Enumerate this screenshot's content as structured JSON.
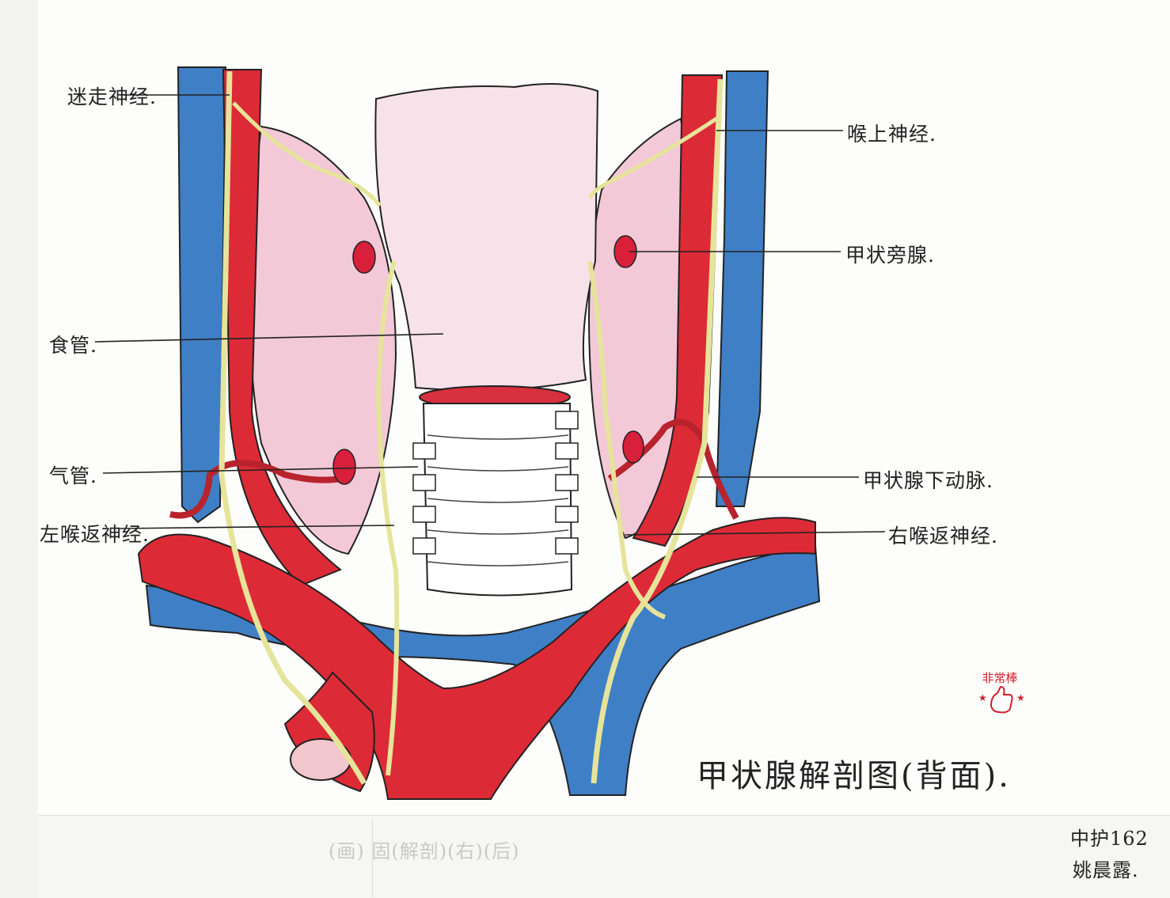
{
  "labels": {
    "vagus": "迷走神经.",
    "superior_laryngeal": "喉上神经.",
    "parathyroid": "甲状旁腺.",
    "esophagus": "食管.",
    "trachea": "气管.",
    "inferior_thyroid_artery": "甲状腺下动脉.",
    "left_recurrent_laryngeal": "左喉返神经.",
    "right_recurrent_laryngeal": "右喉返神经."
  },
  "title": "甲状腺解剖图(背面).",
  "signature": {
    "class": "中护162",
    "name": "姚晨露."
  },
  "stamp": {
    "text": "非常棒"
  },
  "bleed_through": "(画) 固(解剖)(右)(后)",
  "colors": {
    "artery": "#dd2a37",
    "vein": "#3f7fc6",
    "nerve": "#e6e49a",
    "thyroid": "#f3c9d8",
    "stamp": "#d0202a"
  }
}
